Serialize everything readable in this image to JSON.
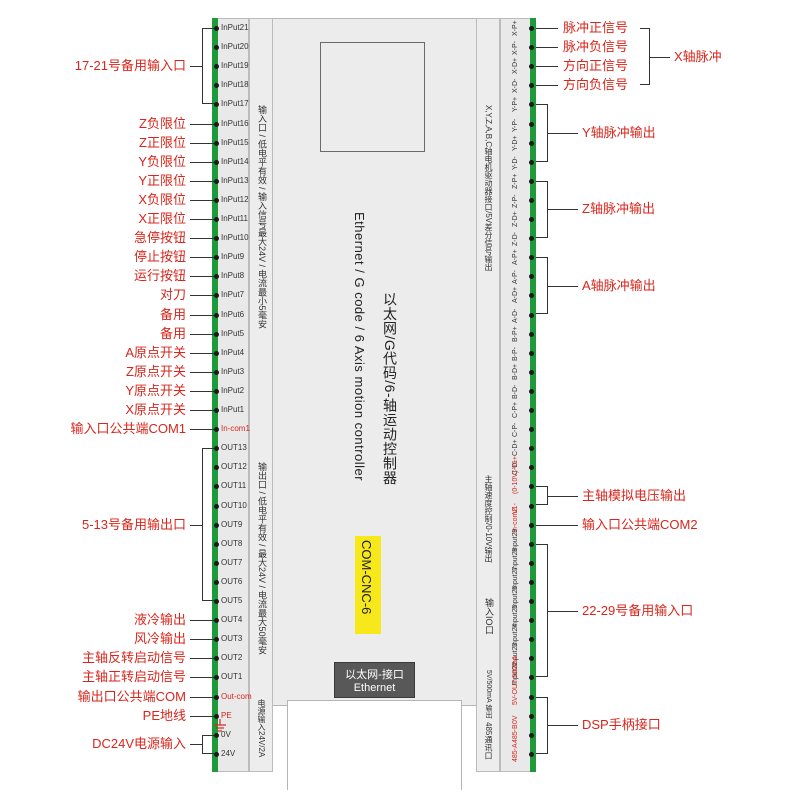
{
  "board": {
    "title_cn": "以太网/G代码/6-轴运动控制器",
    "title_en": "Ethernet / G code / 6 Axis motion controller",
    "model": "COM-CNC-6",
    "ethernet_cn": "以太网-接口",
    "ethernet_en": "Ethernet",
    "input_section_note": "输入口 / 低电平有效 / 输入信号最大24V / 电流最小5毫安",
    "output_section_note": "输出口 / 低电平有效 / 最大24V / 电流最大50毫安",
    "power_note": "电源输入24V/2A",
    "axis_output_note": "X,Y,Z,A,B,C轴电机驱动器接口/5V差分信号输出",
    "spindle_note": "主轴速度控制/0-10V输出",
    "input_port_note": "输入IO口",
    "power_out_note": "5V/500mA 输出",
    "rs485_note": "485通讯口"
  },
  "left_pins": [
    "InPut21",
    "InPut20",
    "InPut19",
    "InPut18",
    "InPut17",
    "InPut16",
    "InPut15",
    "InPut14",
    "InPut13",
    "InPut12",
    "InPut11",
    "InPut10",
    "InPut9",
    "InPut8",
    "InPut7",
    "InPut6",
    "InPut5",
    "InPut4",
    "InPut3",
    "InPut2",
    "InPut1",
    "In-com1",
    "OUT13",
    "OUT12",
    "OUT11",
    "OUT10",
    "OUT9",
    "OUT8",
    "OUT7",
    "OUT6",
    "OUT5",
    "OUT4",
    "OUT3",
    "OUT2",
    "OUT1",
    "Out-com",
    "PE",
    "0V",
    "24V"
  ],
  "right_pins": [
    "X-P+",
    "X-P-",
    "X-D+",
    "X-D-",
    "Y-P+",
    "Y-P-",
    "Y-D+",
    "Y-D-",
    "Z-P+",
    "Z-P-",
    "Z-D+",
    "Z-D-",
    "A-P+",
    "A-P-",
    "A-D+",
    "A-D-",
    "B-P+",
    "B-P-",
    "B-D+",
    "B-D-",
    "C-P+",
    "C-P-",
    "C-D+",
    "C-D-",
    "(0-10V) V1+",
    "V1-",
    "In-com2",
    "Input29",
    "Input28",
    "Input27",
    "Input26",
    "Input25",
    "Input24",
    "Input23",
    "Input22",
    "5V-OUT 500mA",
    "0V",
    "485-B",
    "485-A"
  ],
  "left_annotations": {
    "inputs_17_21": "17-21号备用输入口",
    "z_neg_limit": "Z负限位",
    "z_pos_limit": "Z正限位",
    "y_neg_limit": "Y负限位",
    "y_pos_limit": "Y正限位",
    "x_neg_limit": "X负限位",
    "x_pos_limit": "X正限位",
    "estop": "急停按钮",
    "stop": "停止按钮",
    "run": "运行按钮",
    "tool_set": "对刀",
    "spare6": "备用",
    "spare5": "备用",
    "a_home": "A原点开关",
    "z_home": "Z原点开关",
    "y_home": "Y原点开关",
    "x_home": "X原点开关",
    "in_com1": "输入口公共端COM1",
    "outputs_5_13": "5-13号备用输出口",
    "coolant_liquid": "液冷输出",
    "coolant_air": "风冷输出",
    "spindle_rev": "主轴反转启动信号",
    "spindle_fwd": "主轴正转启动信号",
    "out_com": "输出口公共端COM",
    "pe": "PE地线",
    "dc24v": "DC24V电源输入"
  },
  "right_annotations": {
    "pulse_pos": "脉冲正信号",
    "pulse_neg": "脉冲负信号",
    "dir_pos": "方向正信号",
    "dir_neg": "方向负信号",
    "x_pulse": "X轴脉冲",
    "y_pulse": "Y轴脉冲输出",
    "z_pulse": "Z轴脉冲输出",
    "a_pulse": "A轴脉冲输出",
    "spindle_analog": "主轴模拟电压输出",
    "in_com2": "输入口公共端COM2",
    "inputs_22_29": "22-29号备用输入口",
    "dsp": "DSP手柄接口"
  },
  "colors": {
    "annotation": "#d8261c",
    "terminal": "#1e9a3a",
    "model_badge": "#f7e81c",
    "board": "#ececec"
  }
}
